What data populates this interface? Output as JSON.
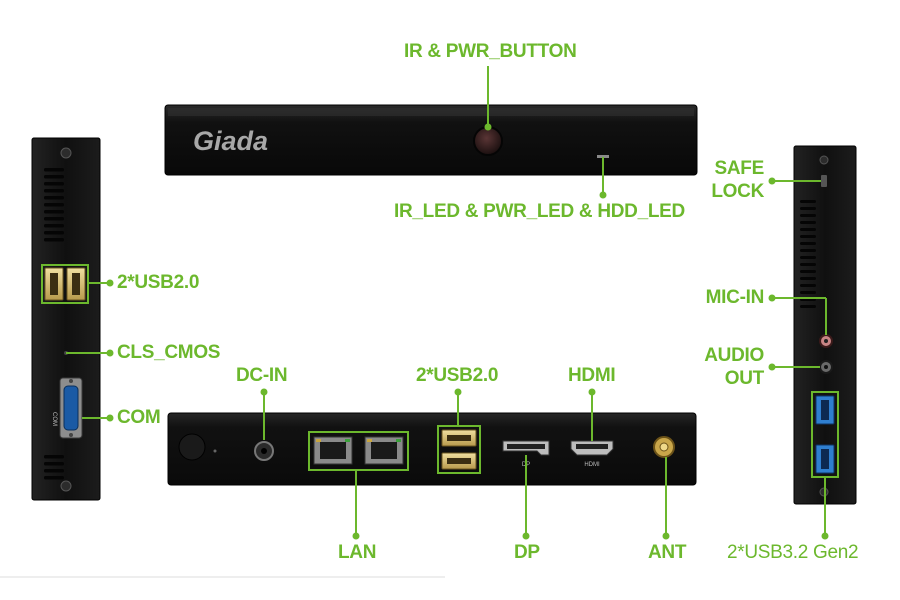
{
  "brand": "Giada",
  "labels": {
    "ir_pwr_button": "IR & PWR_BUTTON",
    "leds": "IR_LED & PWR_LED & HDD_LED",
    "usb2_left": "2*USB2.0",
    "cls_cmos": "CLS_CMOS",
    "com": "COM",
    "dc_in": "DC-IN",
    "usb2_rear": "2*USB2.0",
    "hdmi": "HDMI",
    "lan": "LAN",
    "dp": "DP",
    "ant": "ANT",
    "safe_lock_1": "SAFE",
    "safe_lock_2": "LOCK",
    "mic_in": "MIC-IN",
    "audio_out_1": "AUDIO",
    "audio_out_2": "OUT",
    "usb3": "2*USB3.2 Gen2"
  },
  "port_marks": {
    "dp": "DP",
    "hdmi": "HDMI",
    "com": "COM"
  },
  "colors": {
    "callout": "#6cb82d",
    "chassis": "#151515",
    "panel": "#0c0c0c",
    "usb2_port": "#d9c27a",
    "usb3_port": "#2f7fd0"
  }
}
